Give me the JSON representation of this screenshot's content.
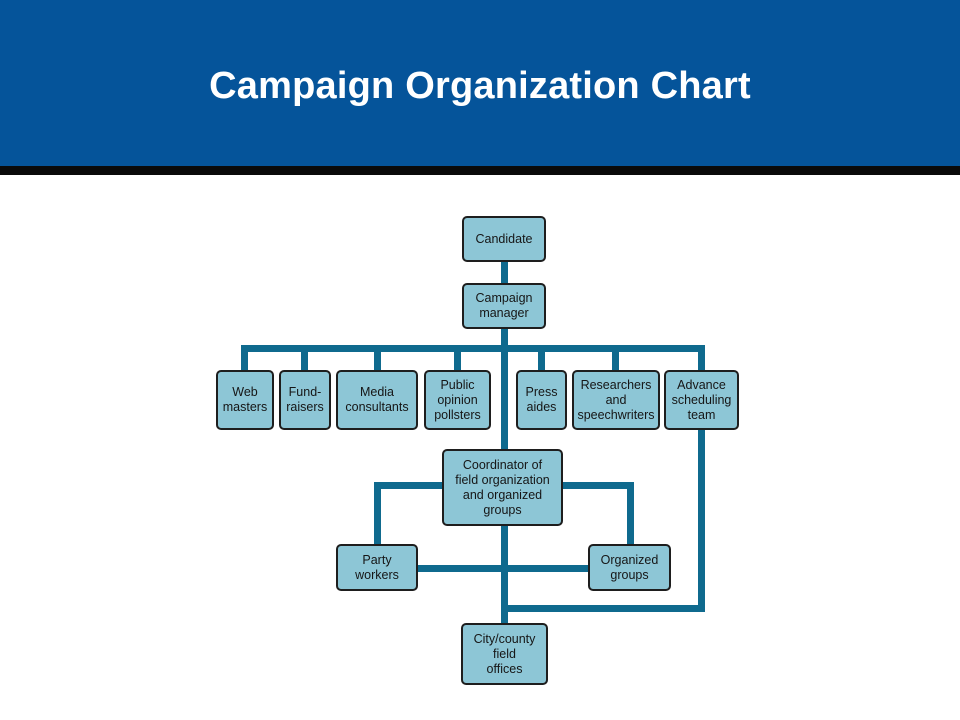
{
  "title": "Campaign Organization Chart",
  "colors": {
    "header_background": "#05549a",
    "header_text": "#ffffff",
    "header_rule": "#0a0a0a",
    "box_fill": "#8dc6d6",
    "box_border": "#1e1e1e",
    "connector": "#0f6a8e"
  },
  "nodes": {
    "candidate": "Candidate",
    "campaign_manager": "Campaign\nmanager",
    "web_masters": "Web\nmasters",
    "fund_raisers": "Fund-\nraisers",
    "media_consultants": "Media\nconsultants",
    "pollsters": "Public\nopinion\npollsters",
    "press_aides": "Press\naides",
    "researchers": "Researchers\nand\nspeechwriters",
    "advance_team": "Advance\nscheduling\nteam",
    "coordinator": "Coordinator of\nfield organization\nand organized\ngroups",
    "party_workers": "Party\nworkers",
    "organized_groups": "Organized\ngroups",
    "field_offices": "City/county\nfield\noffices"
  },
  "edges": [
    [
      "candidate",
      "campaign_manager"
    ],
    [
      "campaign_manager",
      "web_masters"
    ],
    [
      "campaign_manager",
      "fund_raisers"
    ],
    [
      "campaign_manager",
      "media_consultants"
    ],
    [
      "campaign_manager",
      "pollsters"
    ],
    [
      "campaign_manager",
      "press_aides"
    ],
    [
      "campaign_manager",
      "researchers"
    ],
    [
      "campaign_manager",
      "advance_team"
    ],
    [
      "campaign_manager",
      "coordinator"
    ],
    [
      "coordinator",
      "party_workers"
    ],
    [
      "coordinator",
      "organized_groups"
    ],
    [
      "coordinator",
      "field_offices"
    ],
    [
      "advance_team",
      "field_offices"
    ],
    [
      "party_workers",
      "organized_groups"
    ]
  ]
}
